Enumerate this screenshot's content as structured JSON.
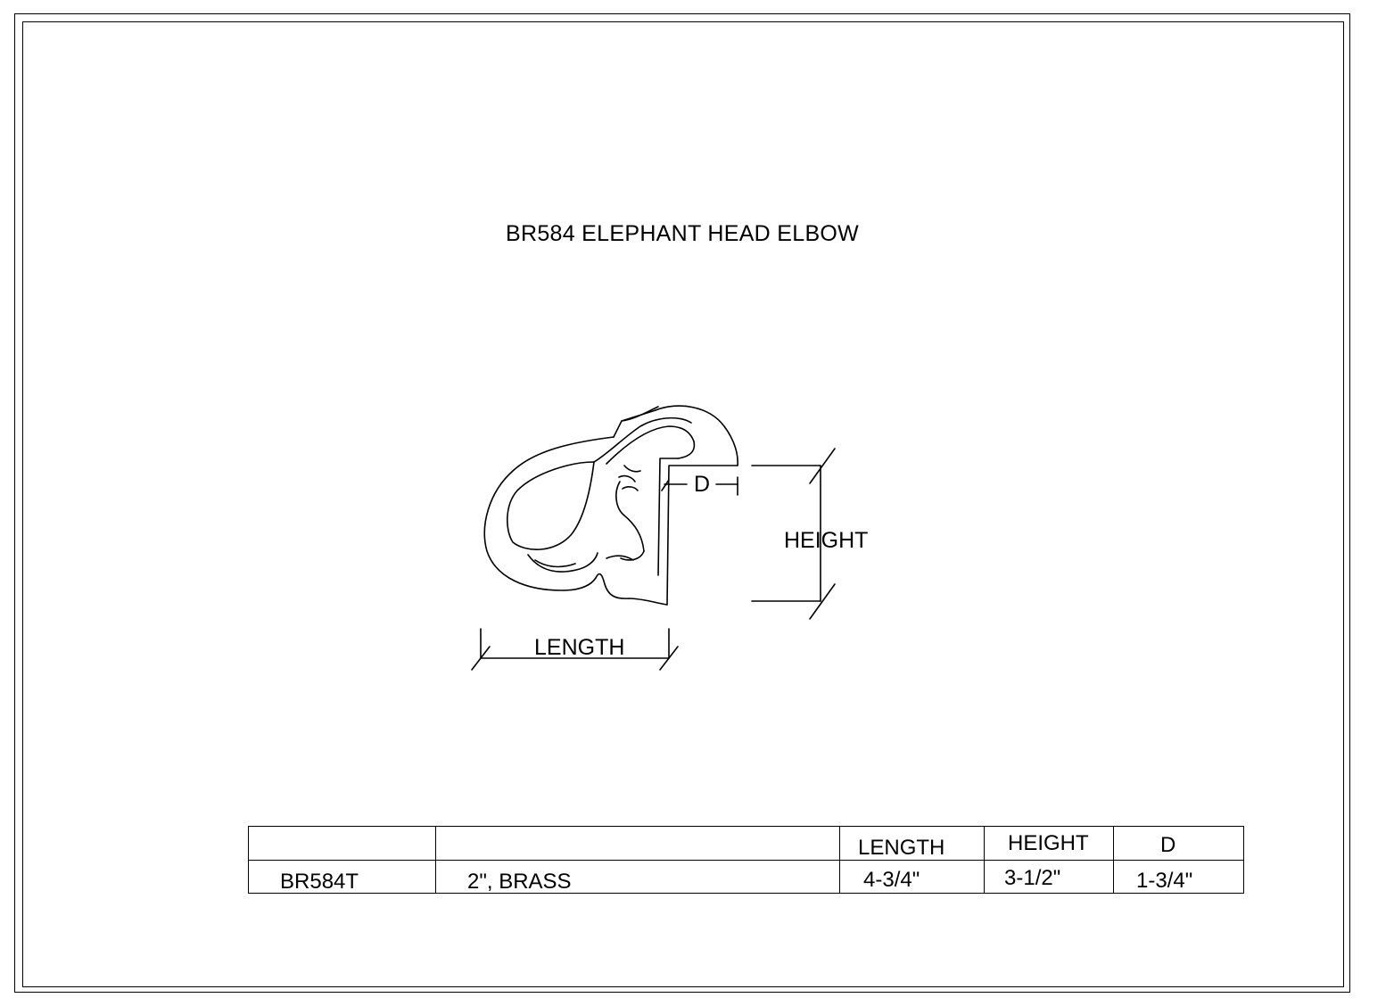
{
  "title": "BR584 ELEPHANT HEAD ELBOW",
  "dimensions": {
    "d_label": "D",
    "height_label": "HEIGHT",
    "length_label": "LENGTH"
  },
  "spec_table": {
    "headers": [
      "",
      "",
      "LENGTH",
      "HEIGHT",
      "D"
    ],
    "rows": [
      {
        "part": "BR584T",
        "description": "2\", BRASS",
        "length": "4-3/4\"",
        "height": "3-1/2\"",
        "d": "1-3/4\""
      }
    ]
  }
}
